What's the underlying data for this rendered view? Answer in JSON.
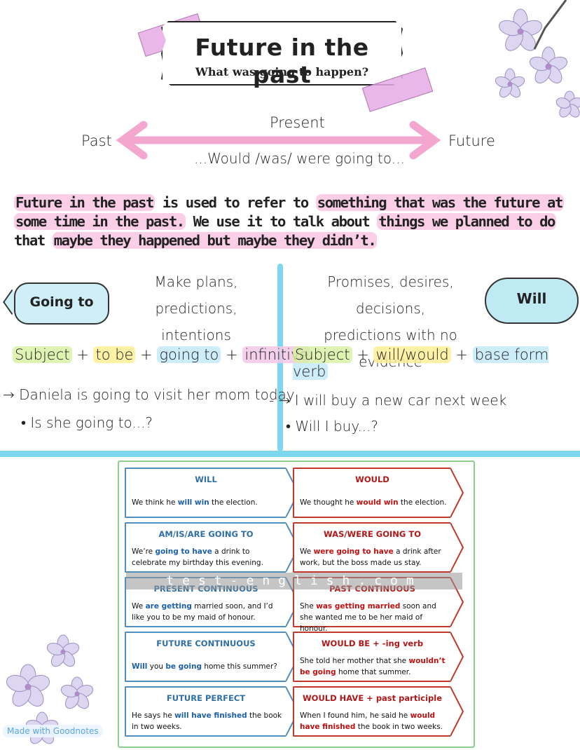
{
  "title": "Future in the past",
  "subtitle": "What was going to happen?",
  "timeline": {
    "present": "Present",
    "past": "Past",
    "future": "Future",
    "structure": "...Would /was/ were going to..."
  },
  "definition": {
    "p1": "Future in the past",
    "p2": " is used to refer to ",
    "p3": "something that was the future at",
    "p4": "some time in the past.",
    "p5": " We use it to talk about ",
    "p6": "things we planned to do",
    "p7": "that ",
    "p8": "maybe they happened but maybe they didn’t."
  },
  "left_column": {
    "bubble": "Going to",
    "use_line1": "Make plans,",
    "use_line2": "predictions, intentions",
    "formula": {
      "a": "Subject",
      "b": "to be",
      "c": "going to",
      "d": "infinitive"
    },
    "example1": "→ Daniela is going to visit her mom today",
    "example2": "• Is she going to...?"
  },
  "right_column": {
    "bubble": "Will",
    "use_line1": "Promises, desires, decisions,",
    "use_line2": "predictions with no evidence",
    "formula": {
      "a": "Subject",
      "b": "will/would",
      "c": "base form verb"
    },
    "example1": "- → I will buy a new car next week",
    "example2": "• Will I buy...?"
  },
  "table": {
    "rows": [
      {
        "left_header": "WILL",
        "left_body": [
          {
            "t": "We think he "
          },
          {
            "t": "will win",
            "k": "b"
          },
          {
            "t": " the election."
          }
        ],
        "right_header": "WOULD",
        "right_body": [
          {
            "t": "We thought he "
          },
          {
            "t": "would win",
            "k": "r"
          },
          {
            "t": " the election."
          }
        ]
      },
      {
        "left_header": "AM/IS/ARE GOING TO",
        "left_body": [
          {
            "t": "We’re "
          },
          {
            "t": "going to have",
            "k": "b"
          },
          {
            "t": " a drink to celebrate my birthday this evening."
          }
        ],
        "right_header": "WAS/WERE GOING TO",
        "right_body": [
          {
            "t": "We "
          },
          {
            "t": "were going to have",
            "k": "r"
          },
          {
            "t": " a drink after work, but the boss made us stay."
          }
        ]
      },
      {
        "left_header": "PRESENT CONTINUOUS",
        "left_body": [
          {
            "t": "We "
          },
          {
            "t": "are getting",
            "k": "b"
          },
          {
            "t": " married soon, and I’d like you to be my maid of honour."
          }
        ],
        "right_header": "PAST CONTINUOUS",
        "right_body": [
          {
            "t": "She "
          },
          {
            "t": "was getting married",
            "k": "r"
          },
          {
            "t": " soon and she wanted me to be her maid of honour."
          }
        ]
      },
      {
        "left_header": "FUTURE CONTINUOUS",
        "left_body": [
          {
            "t": "Will",
            "k": "b"
          },
          {
            "t": " you "
          },
          {
            "t": "be going",
            "k": "b"
          },
          {
            "t": " home this summer?"
          }
        ],
        "right_header": "WOULD BE + -ing verb",
        "right_body": [
          {
            "t": "She told her mother that she "
          },
          {
            "t": "wouldn’t be going",
            "k": "r"
          },
          {
            "t": " home that summer."
          }
        ]
      },
      {
        "left_header": "FUTURE PERFECT",
        "left_body": [
          {
            "t": "He says he "
          },
          {
            "t": "will have finished",
            "k": "b"
          },
          {
            "t": " the book in two weeks."
          }
        ],
        "right_header": "WOULD HAVE + past participle",
        "right_body": [
          {
            "t": "When I found him, he said he "
          },
          {
            "t": "would have finished",
            "k": "r"
          },
          {
            "t": " the book in two weeks."
          }
        ]
      }
    ],
    "watermark": "test-english.com"
  },
  "made_with": "Made with Goodnotes",
  "colors": {
    "pink": "#f3a7cf",
    "cyan": "#7fd7ee",
    "blue_text": "#1c5fa8",
    "red_text": "#c01010"
  }
}
